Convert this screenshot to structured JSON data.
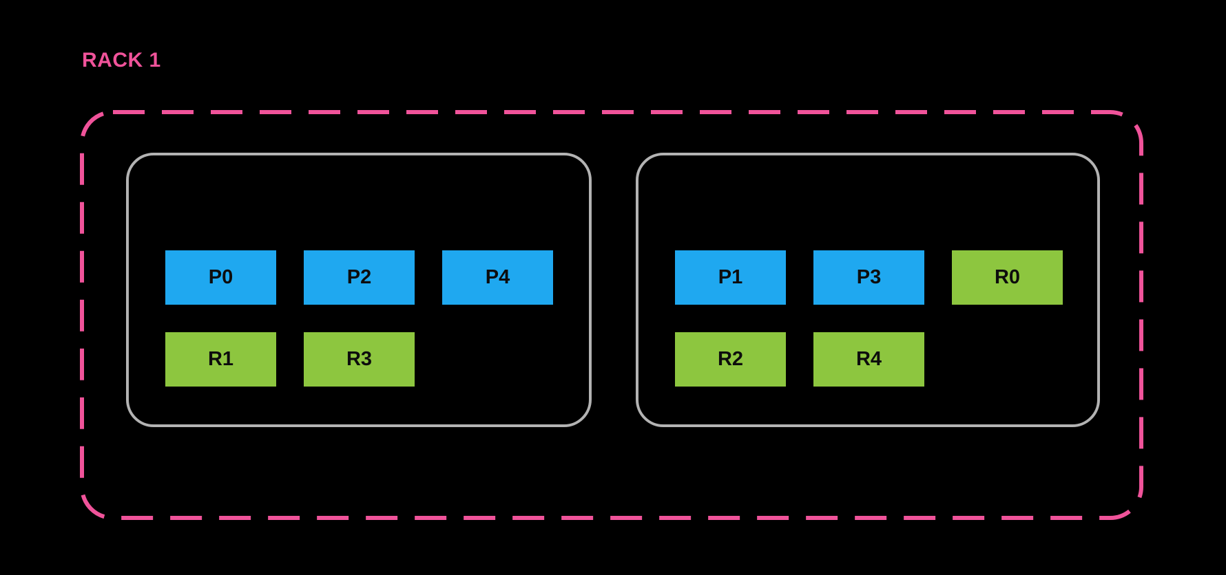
{
  "colors": {
    "background": "#000000",
    "rack_outline": "#f0539a",
    "node_outline": "#b3b3b3",
    "primary_fill": "#1fa8f0",
    "replica_fill": "#8dc63f",
    "slot_text": "#0d0d0d"
  },
  "rack": {
    "label": "RACK 1",
    "nodes": [
      {
        "rows": [
          {
            "slots": [
              {
                "label": "P0",
                "type": "primary"
              },
              {
                "label": "P2",
                "type": "primary"
              },
              {
                "label": "P4",
                "type": "primary"
              }
            ]
          },
          {
            "slots": [
              {
                "label": "R1",
                "type": "replica"
              },
              {
                "label": "R3",
                "type": "replica"
              }
            ]
          }
        ]
      },
      {
        "rows": [
          {
            "slots": [
              {
                "label": "P1",
                "type": "primary"
              },
              {
                "label": "P3",
                "type": "primary"
              },
              {
                "label": "R0",
                "type": "replica"
              }
            ]
          },
          {
            "slots": [
              {
                "label": "R2",
                "type": "replica"
              },
              {
                "label": "R4",
                "type": "replica"
              }
            ]
          }
        ]
      }
    ]
  }
}
